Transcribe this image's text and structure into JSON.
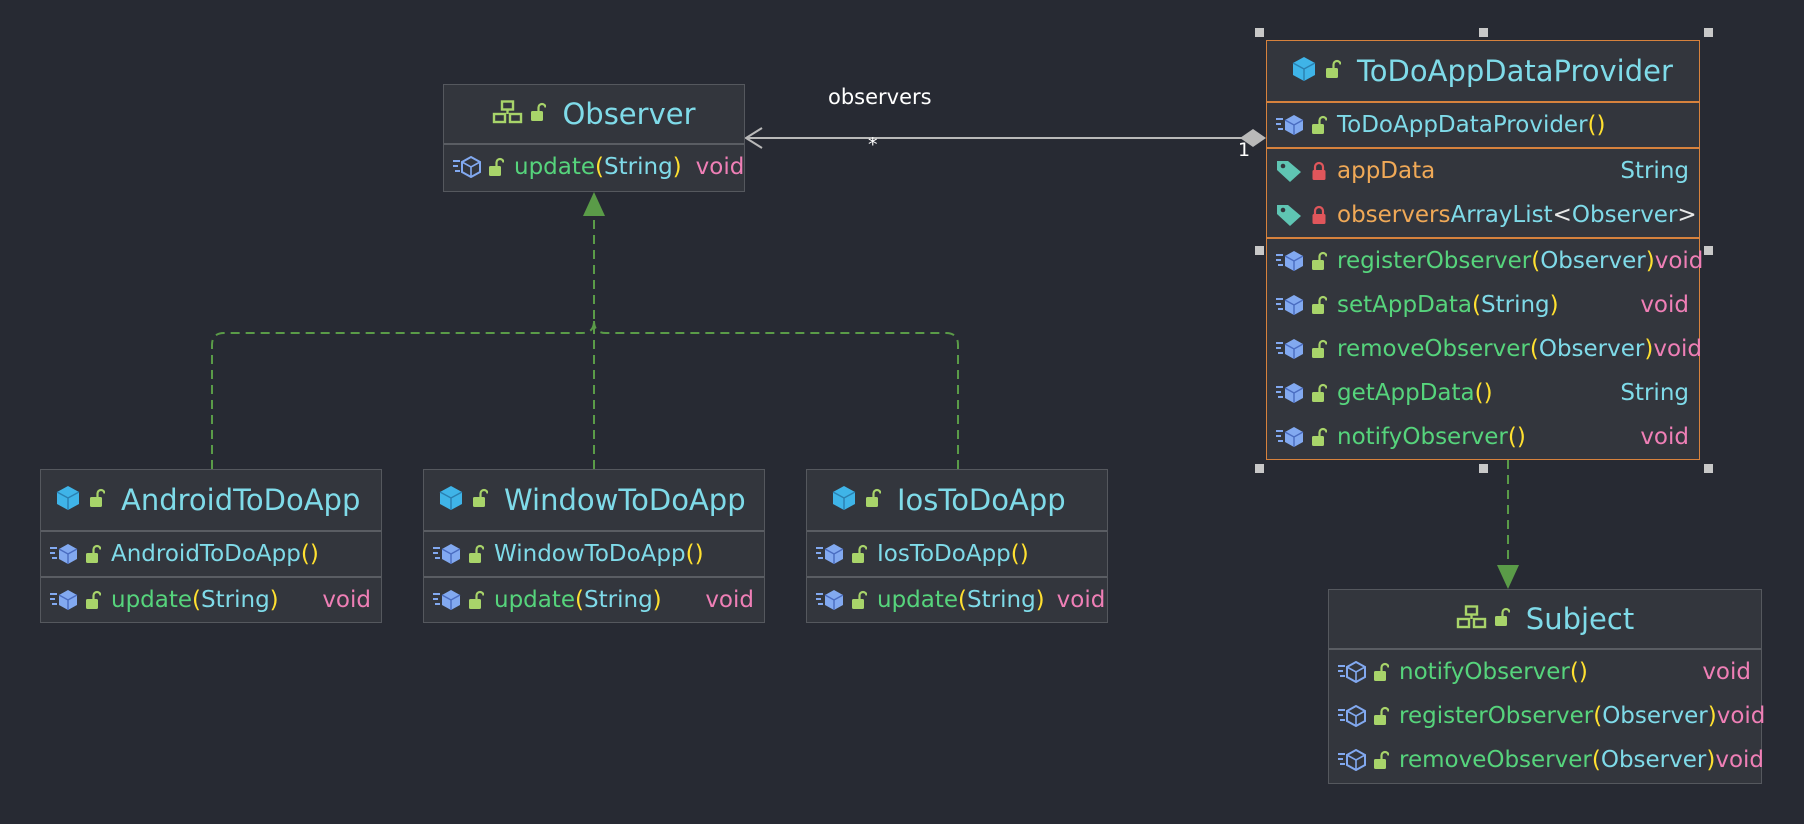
{
  "association": {
    "role": "observers",
    "source_mult": "*",
    "target_mult": "1"
  },
  "colors": {
    "background": "#272a33",
    "method_name": "#56d47c",
    "class_name": "#7fdbe9",
    "field_name": "#f0a957",
    "return_void": "#ef7fb6",
    "paren": "#ffe030",
    "implements_arrow": "#5a9b48",
    "selection_border": "#d7823d"
  },
  "observer": {
    "name": "Observer",
    "kind": "interface",
    "methods": [
      {
        "name": "update",
        "open": "(",
        "params": "String",
        "close": ")",
        "ret": "void"
      }
    ]
  },
  "provider": {
    "name": "ToDoAppDataProvider",
    "kind": "class",
    "constructor": {
      "name": "ToDoAppDataProvider",
      "parens": "()"
    },
    "fields": [
      {
        "name": "appData",
        "type": "String"
      },
      {
        "name": "observers",
        "type_base": "ArrayList",
        "type_open": "<",
        "type_arg": "Observer",
        "type_close": ">"
      }
    ],
    "methods": [
      {
        "name": "registerObserver",
        "open": "(",
        "params": "Observer",
        "close": ")",
        "ret": "void"
      },
      {
        "name": "setAppData",
        "open": "(",
        "params": "String",
        "close": ")",
        "ret": "void"
      },
      {
        "name": "removeObserver",
        "open": "(",
        "params": "Observer",
        "close": ")",
        "ret": "void"
      },
      {
        "name": "getAppData",
        "open": "()",
        "params": "",
        "close": "",
        "ret": "String"
      },
      {
        "name": "notifyObserver",
        "open": "()",
        "params": "",
        "close": "",
        "ret": "void"
      }
    ]
  },
  "android": {
    "name": "AndroidToDoApp",
    "constructor": {
      "name": "AndroidToDoApp",
      "parens": "()"
    },
    "methods": [
      {
        "name": "update",
        "open": "(",
        "params": "String",
        "close": ")",
        "ret": "void"
      }
    ]
  },
  "window": {
    "name": "WindowToDoApp",
    "constructor": {
      "name": "WindowToDoApp",
      "parens": "()"
    },
    "methods": [
      {
        "name": "update",
        "open": "(",
        "params": "String",
        "close": ")",
        "ret": "void"
      }
    ]
  },
  "ios": {
    "name": "IosToDoApp",
    "constructor": {
      "name": "IosToDoApp",
      "parens": "()"
    },
    "methods": [
      {
        "name": "update",
        "open": "(",
        "params": "String",
        "close": ")",
        "ret": "void"
      }
    ]
  },
  "subject": {
    "name": "Subject",
    "kind": "interface",
    "methods": [
      {
        "name": "notifyObserver",
        "open": "()",
        "params": "",
        "close": "",
        "ret": "void"
      },
      {
        "name": "registerObserver",
        "open": "(",
        "params": "Observer",
        "close": ")",
        "ret": "void"
      },
      {
        "name": "removeObserver",
        "open": "(",
        "params": "Observer",
        "close": ")",
        "ret": "void"
      }
    ]
  }
}
